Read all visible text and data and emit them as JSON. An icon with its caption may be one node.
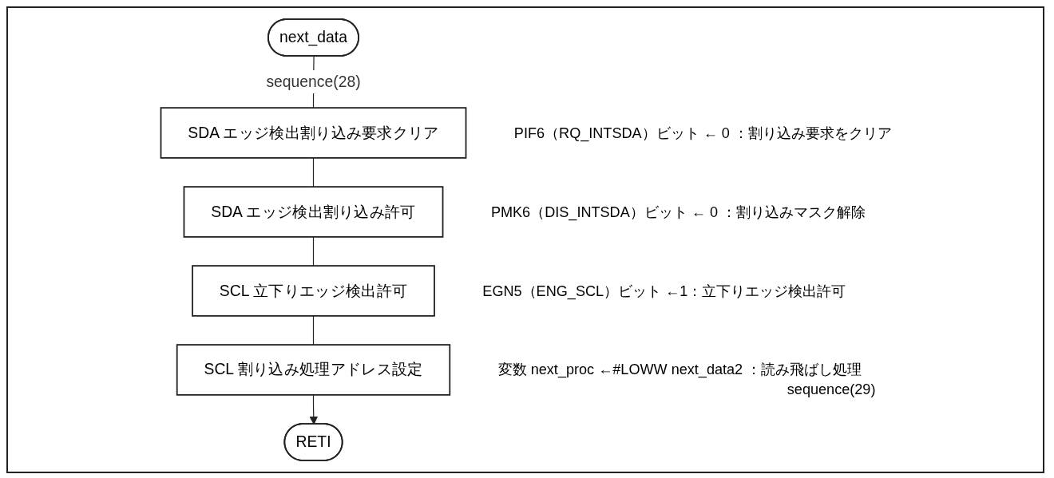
{
  "diagram": {
    "nodes": [
      {
        "text": [
          "next_data"
        ]
      },
      {
        "text": [
          "SDA エッジ検出割り込み要求クリア"
        ],
        "beside": [
          "PIF6（RQ_INTSDA）ビット ← 0 ：割り込み要求をクリア"
        ]
      },
      {
        "text": [
          "SDA エッジ検出割り込み許可"
        ],
        "beside": [
          "PMK6（DIS_INTSDA）ビット ← 0 ：割り込みマスク解除"
        ]
      },
      {
        "text": [
          "SCL 立下りエッジ検出許可"
        ],
        "beside": [
          "EGN5（ENG_SCL）ビット ←1：立下りエッジ検出許可"
        ]
      },
      {
        "text": [
          "SCL 割り込み処理アドレス設定"
        ],
        "beside": [
          "変数 next_proc ←#LOWW next_data2 ：読み飛ばし処理",
          "sequence(29)"
        ]
      },
      {
        "text": [
          "RETI"
        ]
      }
    ],
    "edges": [
      {
        "from": 0,
        "to": 1,
        "arrow": "none",
        "label": "sequence(28)"
      },
      {
        "from": 1,
        "to": 2,
        "arrow": "none"
      },
      {
        "from": 2,
        "to": 3,
        "arrow": "none"
      },
      {
        "from": 3,
        "to": 4,
        "arrow": "none"
      },
      {
        "from": 4,
        "to": 5,
        "arrow": "to"
      }
    ]
  }
}
